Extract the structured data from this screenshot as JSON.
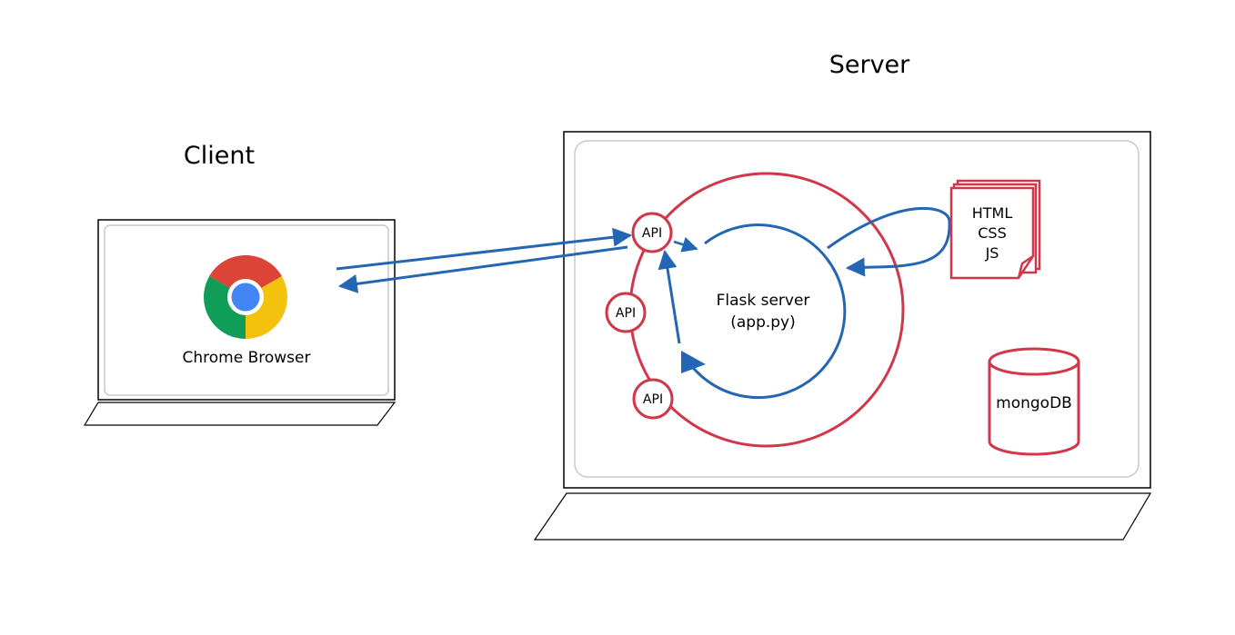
{
  "client": {
    "title": "Client",
    "browser_label": "Chrome Browser",
    "browser_icon": "chrome-icon"
  },
  "server": {
    "title": "Server",
    "flask_label_line1": "Flask server",
    "flask_label_line2": "(app.py)",
    "api_labels": [
      "API",
      "API",
      "API"
    ],
    "files": {
      "line1": "HTML",
      "line2": "CSS",
      "line3": "JS"
    },
    "database_label": "mongoDB"
  },
  "colors": {
    "accent_red": "#d0374a",
    "accent_blue": "#2466b3",
    "frame": "#000000",
    "screen_border": "#c8c8c8",
    "chrome_red": "#db4437",
    "chrome_yellow": "#f4c20d",
    "chrome_green": "#0f9d58",
    "chrome_blue": "#4285f4"
  }
}
